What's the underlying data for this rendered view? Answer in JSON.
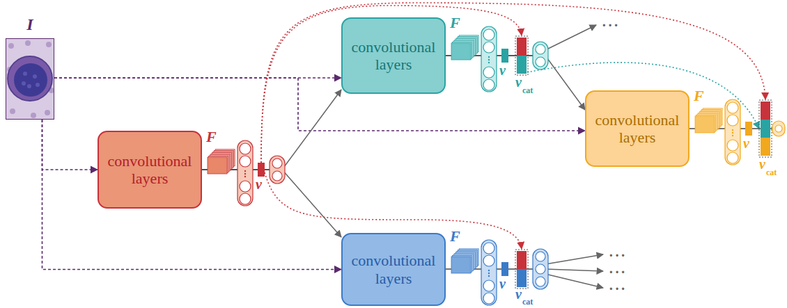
{
  "diagram": {
    "nodes": [
      {
        "text": [
          "I"
        ]
      },
      {
        "text": [
          "convolutional layers"
        ]
      },
      {
        "text": [
          "convolutional layers"
        ]
      },
      {
        "text": [
          "convolutional layers"
        ]
      },
      {
        "text": [
          "convolutional layers"
        ]
      }
    ],
    "edges": [
      {
        "from": 0,
        "to": 1,
        "arrow": "to"
      },
      {
        "from": 0,
        "to": 2,
        "arrow": "to"
      },
      {
        "from": 0,
        "to": 3,
        "arrow": "to"
      },
      {
        "from": 0,
        "to": 4,
        "arrow": "to"
      },
      {
        "from": 1,
        "to": 2,
        "arrow": "to"
      },
      {
        "from": 1,
        "to": 4,
        "arrow": "to"
      },
      {
        "from": 2,
        "to": 3,
        "arrow": "to"
      }
    ],
    "labels": [
      "F",
      "v",
      "F",
      "v",
      "v",
      "cat",
      "···",
      "F",
      "v",
      "v",
      "cat",
      "F",
      "v",
      "v",
      "cat",
      "···",
      "···",
      "···"
    ]
  }
}
